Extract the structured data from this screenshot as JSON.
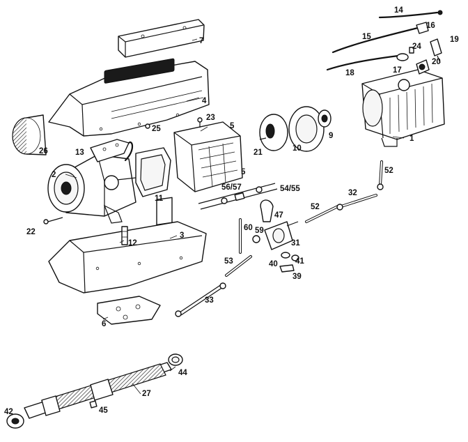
{
  "callouts": {
    "c1": "1",
    "c2": "2",
    "c3": "3",
    "c4": "4",
    "c5a": "5",
    "c5b": "5",
    "c6": "6",
    "c7": "7",
    "c9": "9",
    "c10": "10",
    "c11": "11",
    "c12": "12",
    "c13": "13",
    "c14": "14",
    "c15": "15",
    "c16": "16",
    "c17": "17",
    "c18": "18",
    "c19": "19",
    "c20": "20",
    "c21": "21",
    "c22": "22",
    "c23": "23",
    "c24": "24",
    "c25": "25",
    "c26": "26",
    "c27": "27",
    "c31": "31",
    "c32": "32",
    "c33": "33",
    "c39": "39",
    "c40": "40",
    "c41": "41",
    "c42": "42",
    "c44": "44",
    "c45": "45",
    "c47": "47",
    "c52a": "52",
    "c52b": "52",
    "c53": "53",
    "c54_55": "54/55",
    "c56_57": "56/57",
    "c59": "59",
    "c60": "60"
  }
}
